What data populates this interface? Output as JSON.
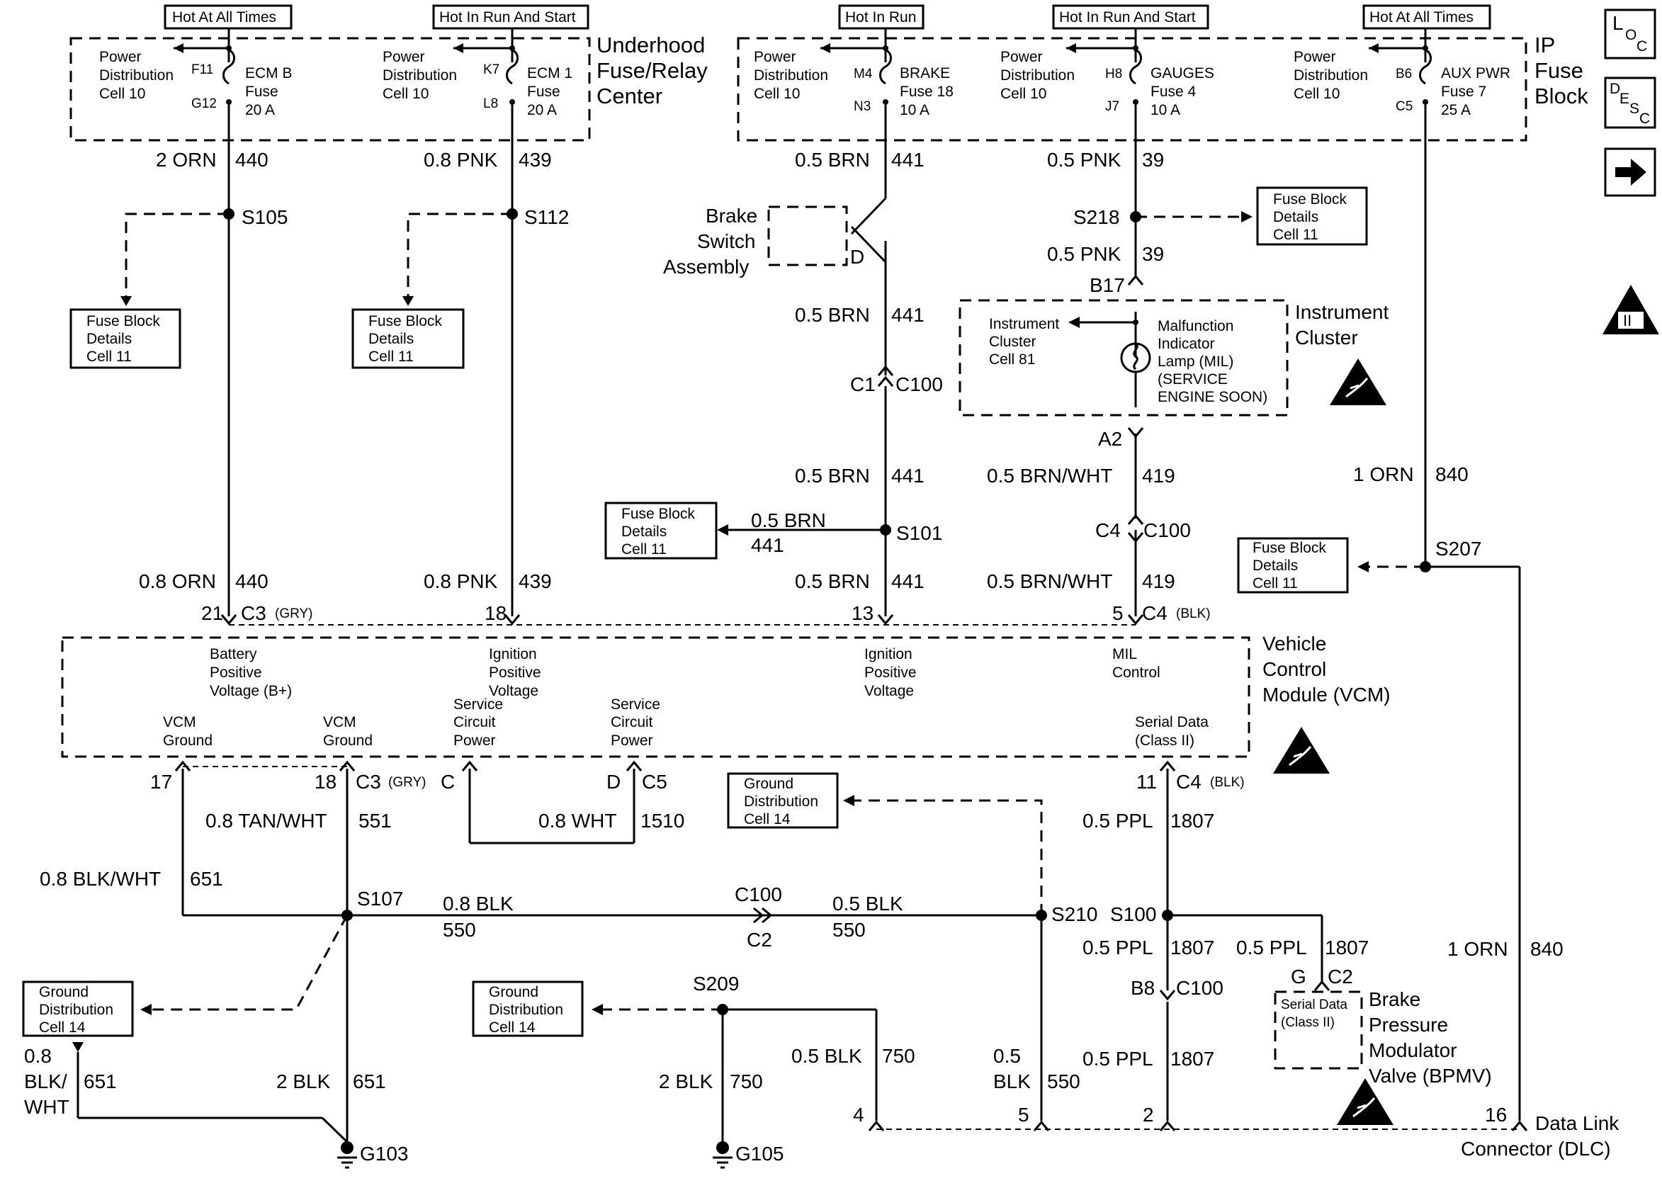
{
  "feeds": {
    "f1": "Hot At All Times",
    "f2": "Hot In Run And Start",
    "f3": "Hot In Run",
    "f4": "Hot In Run And Start",
    "f5": "Hot At All Times"
  },
  "underhood": {
    "l1": "Underhood",
    "l2": "Fuse/Relay",
    "l3": "Center"
  },
  "ipblock": {
    "l1": "IP",
    "l2": "Fuse",
    "l3": "Block"
  },
  "pd": {
    "l1": "Power",
    "l2": "Distribution",
    "l3": "Cell 10"
  },
  "fuses": [
    {
      "pin_in": "F11",
      "pin_out": "G12",
      "n1": "ECM B",
      "n2": "Fuse",
      "n3": "20 A"
    },
    {
      "pin_in": "K7",
      "pin_out": "L8",
      "n1": "ECM 1",
      "n2": "Fuse",
      "n3": "20 A"
    },
    {
      "pin_in": "M4",
      "pin_out": "N3",
      "n1": "BRAKE",
      "n2": "Fuse 18",
      "n3": "10 A"
    },
    {
      "pin_in": "H8",
      "pin_out": "J7",
      "n1": "GAUGES",
      "n2": "Fuse 4",
      "n3": "10 A"
    },
    {
      "pin_in": "B6",
      "pin_out": "C5",
      "n1": "AUX PWR",
      "n2": "Fuse 7",
      "n3": "25 A"
    }
  ],
  "wires": {
    "w440a": "2 ORN",
    "c440a": "440",
    "w439a": "0.8 PNK",
    "c439a": "439",
    "w441a": "0.5 BRN",
    "c441a": "441",
    "w39a": "0.5 PNK",
    "c39a": "39",
    "w39b": "0.5 PNK",
    "c39b": "39",
    "w441b": "0.5 BRN",
    "c441b": "441",
    "w441c": "0.5 BRN",
    "c441c": "441",
    "w441d": "0.5 BRN",
    "c441d": "441",
    "w441e": "0.5 BRN",
    "c441e": "441",
    "w419a": "0.5 BRN/WHT",
    "c419a": "419",
    "w419b": "0.5 BRN/WHT",
    "c419b": "419",
    "w840a": "1 ORN",
    "c840a": "840",
    "w440b": "0.8 ORN",
    "c440b": "440",
    "w439b": "0.8 PNK",
    "c439b": "439",
    "w551": "0.8 TAN/WHT",
    "c551": "551",
    "w651a": "0.8 BLK/WHT",
    "c651a": "651",
    "w1510": "0.8 WHT",
    "c1510": "1510",
    "w1807a": "0.5 PPL",
    "c1807a": "1807",
    "w550a": "0.8 BLK",
    "c550a": "550",
    "w550b": "0.5 BLK",
    "c550b": "550",
    "w1807b": "0.5 PPL",
    "c1807b": "1807",
    "w1807c": "0.5 PPL",
    "c1807c": "1807",
    "w1807d": "0.5 PPL",
    "c1807d": "1807",
    "w840b": "1 ORN",
    "c840b": "840",
    "w651b1": "0.8",
    "w651b2": "BLK/",
    "w651b3": "WHT",
    "c651b": "651",
    "w651c": "2 BLK",
    "c651c": "651",
    "w750a": "2 BLK",
    "c750a": "750",
    "w750b": "0.5 BLK",
    "c750b": "750",
    "w550c1": "0.5",
    "w550c2": "BLK",
    "c550c": "550"
  },
  "splices": {
    "s105": "S105",
    "s112": "S112",
    "s218": "S218",
    "s101": "S101",
    "s207": "S207",
    "s107": "S107",
    "s210": "S210",
    "s100": "S100",
    "s209": "S209"
  },
  "fbd": {
    "l1": "Fuse Block",
    "l2": "Details",
    "l3": "Cell 11"
  },
  "gnd": {
    "l1": "Ground",
    "l2": "Distribution",
    "l3": "Cell 14"
  },
  "brake_switch": {
    "l1": "Brake",
    "l2": "Switch",
    "l3": "Assembly",
    "pin": "D"
  },
  "conn": {
    "c1": "C1",
    "c100a": "C100",
    "b17": "B17",
    "a2": "A2",
    "c4a": "C4",
    "c100b": "C100",
    "p21": "21",
    "c3a": "C3",
    "gry1": "(GRY)",
    "p18a": "18",
    "p13": "13",
    "p5a": "5",
    "c4b": "C4",
    "blk1": "(BLK)",
    "p17": "17",
    "p18b": "18",
    "c3b": "C3",
    "gry2": "(GRY)",
    "pc": "C",
    "pd": "D",
    "c5": "C5",
    "p11": "11",
    "c4c": "C4",
    "blk2": "(BLK)",
    "c100c": "C100",
    "c2a": "C2",
    "b8": "B8",
    "c100d": "C100",
    "g": "G",
    "c2b": "C2",
    "p4": "4",
    "p5b": "5",
    "p2": "2",
    "p16": "16"
  },
  "cluster": {
    "title1": "Instrument",
    "title2": "Cluster",
    "ic1": "Instrument",
    "ic2": "Cluster",
    "ic3": "Cell 81",
    "m1": "Malfunction",
    "m2": "Indicator",
    "m3": "Lamp (MIL)",
    "m4": "(SERVICE",
    "m5": "ENGINE SOON)"
  },
  "vcm": {
    "title1": "Vehicle",
    "title2": "Control",
    "title3": "Module (VCM)",
    "bat1": "Battery",
    "bat2": "Positive",
    "bat3": "Voltage (B+)",
    "ign1": "Ignition",
    "ign2": "Positive",
    "ign3": "Voltage",
    "ign4": "Ignition",
    "ign5": "Positive",
    "ign6": "Voltage",
    "mil1": "MIL",
    "mil2": "Control",
    "gnd1a": "VCM",
    "gnd1b": "Ground",
    "gnd2a": "VCM",
    "gnd2b": "Ground",
    "scp1a": "Service",
    "scp1b": "Circuit",
    "scp1c": "Power",
    "scp2a": "Service",
    "scp2b": "Circuit",
    "scp2c": "Power",
    "ser1": "Serial Data",
    "ser2": "(Class II)"
  },
  "bpmv": {
    "t1": "Brake",
    "t2": "Pressure",
    "t3": "Modulator",
    "t4": "Valve (BPMV)",
    "s1": "Serial Data",
    "s2": "(Class II)"
  },
  "grounds": {
    "g103": "G103",
    "g105": "G105"
  },
  "dlc": {
    "l1": "Data Link",
    "l2": "Connector (DLC)"
  },
  "nav": {
    "loc_l": "L",
    "loc_o": "O",
    "loc_c": "C",
    "desc_d": "D",
    "desc_e": "E",
    "desc_s": "S",
    "desc_c": "C"
  },
  "obd": {
    "num": "II",
    "label": "OBD II"
  }
}
